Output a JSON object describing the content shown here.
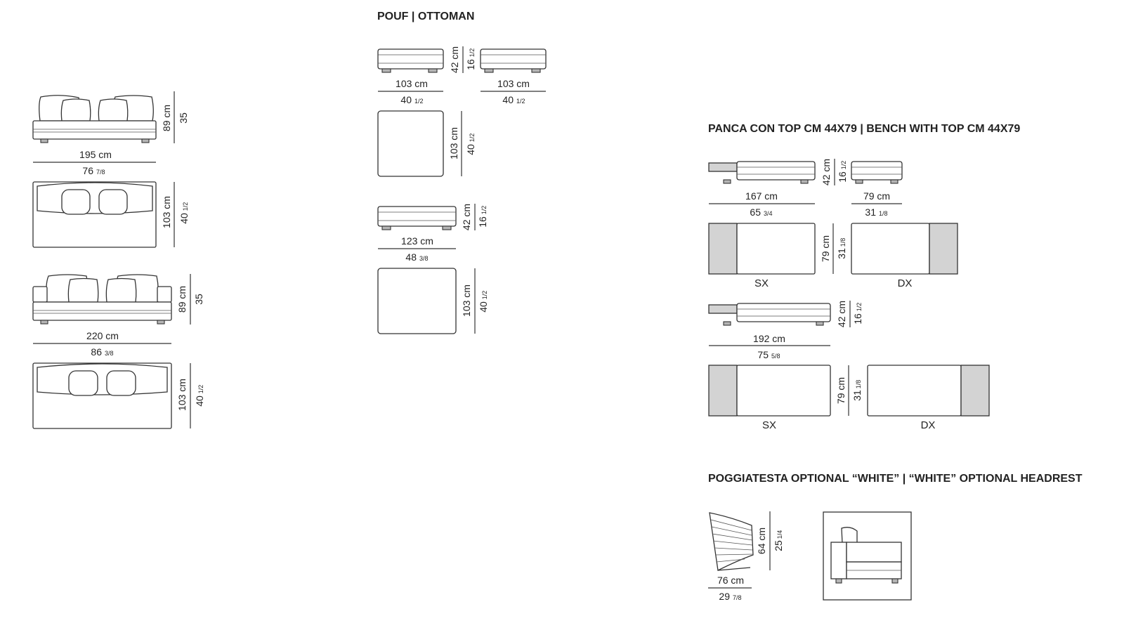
{
  "sections": {
    "pouf_title": "POUF | OTTOMAN",
    "bench_title": "PANCA CON TOP CM 44X79 | BENCH WITH  TOP CM 44X79",
    "headrest_title": "POGGIATESTA OPTIONAL “WHITE” | “WHITE” OPTIONAL HEADREST"
  },
  "sofa_195": {
    "height_cm": "89 cm",
    "height_in": "35",
    "width_cm": "195 cm",
    "width_in": "76",
    "width_in_frac": "7/8",
    "depth_cm": "103 cm",
    "depth_in": "40",
    "depth_in_frac": "1/2"
  },
  "sofa_220": {
    "height_cm": "89 cm",
    "height_in": "35",
    "width_cm": "220 cm",
    "width_in": "86",
    "width_in_frac": "3/8",
    "depth_cm": "103 cm",
    "depth_in": "40",
    "depth_in_frac": "1/2"
  },
  "pouf_103": {
    "height_cm": "42 cm",
    "height_in": "16",
    "height_in_frac": "1/2",
    "width_cm_a": "103 cm",
    "width_in_a": "40",
    "width_in_frac_a": "1/2",
    "width_cm_b": "103 cm",
    "width_in_b": "40",
    "width_in_frac_b": "1/2",
    "depth_cm": "103 cm",
    "depth_in": "40",
    "depth_in_frac": "1/2"
  },
  "pouf_123": {
    "height_cm": "42 cm",
    "height_in": "16",
    "height_in_frac": "1/2",
    "width_cm": "123 cm",
    "width_in": "48",
    "width_in_frac": "3/8",
    "depth_cm": "103 cm",
    "depth_in": "40",
    "depth_in_frac": "1/2"
  },
  "bench_167": {
    "height_cm": "42 cm",
    "height_in": "16",
    "height_in_frac": "1/2",
    "width_cm": "167 cm",
    "width_in": "65",
    "width_in_frac": "3/4",
    "top_cm": "79 cm",
    "top_in": "31",
    "top_in_frac": "1/8",
    "depth_cm": "79 cm",
    "depth_in": "31",
    "depth_in_frac": "1/8",
    "left_label": "SX",
    "right_label": "DX"
  },
  "bench_192": {
    "height_cm": "42 cm",
    "height_in": "16",
    "height_in_frac": "1/2",
    "width_cm": "192 cm",
    "width_in": "75",
    "width_in_frac": "5/8",
    "depth_cm": "79 cm",
    "depth_in": "31",
    "depth_in_frac": "1/8",
    "left_label": "SX",
    "right_label": "DX"
  },
  "headrest": {
    "height_cm": "64 cm",
    "height_in": "25",
    "height_in_frac": "1/4",
    "width_cm": "76 cm",
    "width_in": "29",
    "width_in_frac": "7/8"
  }
}
